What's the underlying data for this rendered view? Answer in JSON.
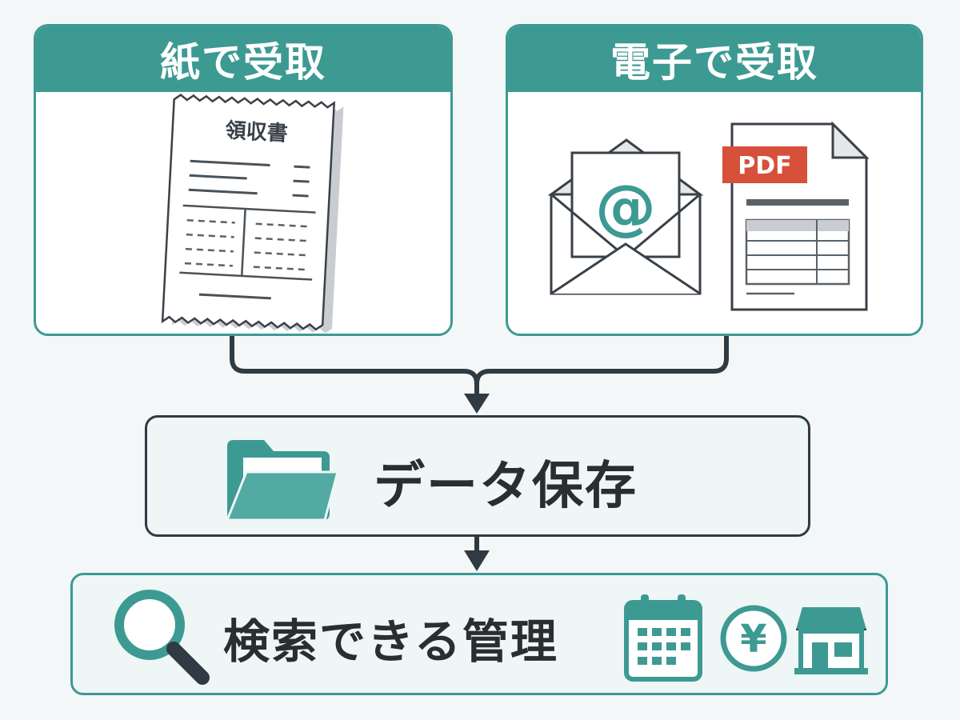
{
  "paper": {
    "header": "紙で受取",
    "receipt_title": "領収書"
  },
  "digital": {
    "header": "電子で受取",
    "email_symbol": "@",
    "pdf_badge": "PDF"
  },
  "storage": {
    "label": "データ保存",
    "icon": "folder-icon"
  },
  "search": {
    "label": "検索できる管理",
    "icons": [
      "magnifier-icon",
      "calendar-icon",
      "yen-coin-icon",
      "store-icon"
    ],
    "yen_symbol": "¥"
  },
  "colors": {
    "accent": "#3d9a93",
    "dark": "#2f3a42",
    "pdf_red": "#d6503a",
    "background": "#f4f7f8"
  }
}
